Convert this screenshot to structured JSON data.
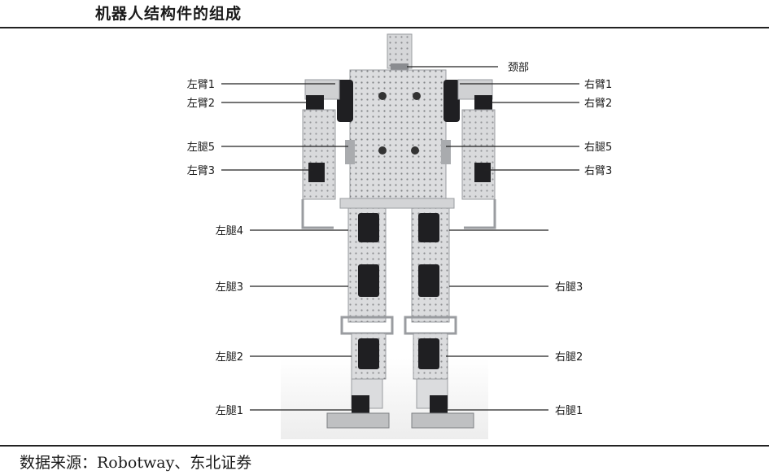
{
  "title": "机器人结构件的组成",
  "source": "数据来源：Robotway、东北证券",
  "labels": {
    "neck": "颈部",
    "left_arm_1": "左臂1",
    "left_arm_2": "左臂2",
    "left_leg_5": "左腿5",
    "left_arm_3": "左臂3",
    "left_leg_4": "左腿4",
    "left_leg_3": "左腿3",
    "left_leg_2": "左腿2",
    "left_leg_1": "左腿1",
    "right_arm_1": "右臂1",
    "right_arm_2": "右臂2",
    "right_leg_5": "右腿5",
    "right_arm_3": "右臂3",
    "right_leg_3": "右腿3",
    "right_leg_2": "右腿2",
    "right_leg_1": "右腿1"
  },
  "colors": {
    "metal": "#d9dadc",
    "metal_dark": "#a9abae",
    "servo": "#1f1f22",
    "leader": "#222222"
  }
}
